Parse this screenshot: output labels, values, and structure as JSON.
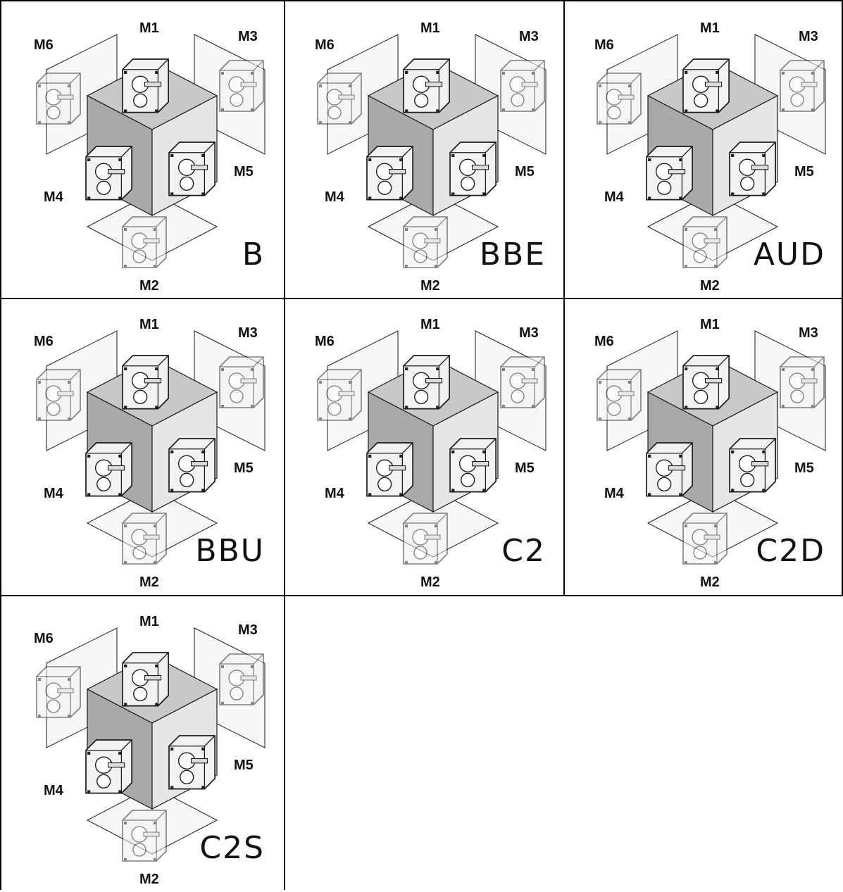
{
  "position_labels": {
    "m1": "M1",
    "m2": "M2",
    "m3": "M3",
    "m4": "M4",
    "m5": "M5",
    "m6": "M6"
  },
  "panels": [
    {
      "code": "B"
    },
    {
      "code": "BBE"
    },
    {
      "code": "AUD"
    },
    {
      "code": "BBU"
    },
    {
      "code": "C2"
    },
    {
      "code": "C2D"
    },
    {
      "code": "C2S"
    }
  ],
  "colors": {
    "grid_line": "#000000",
    "cube_front": "#a9a9a9",
    "cube_side": "#e6e6e6",
    "cube_top": "#c8c8c8",
    "plane_fill": "#f7f7f7",
    "gearbox_fill": "#f2f2f2",
    "outline": "#1a1a1a"
  }
}
